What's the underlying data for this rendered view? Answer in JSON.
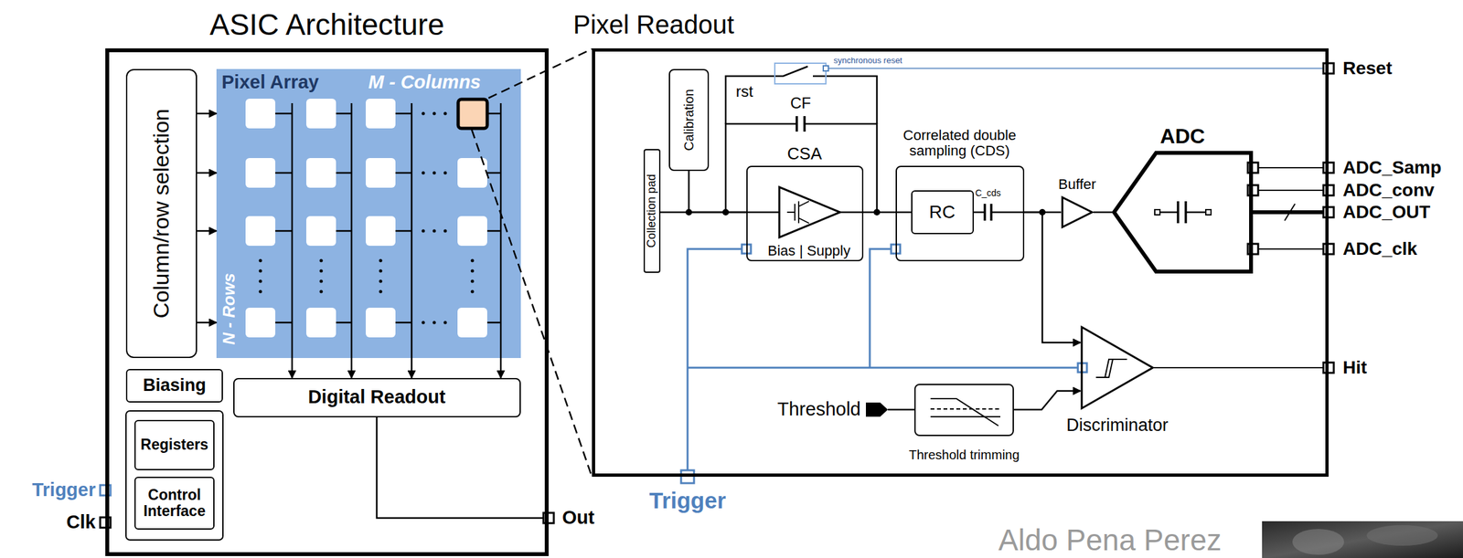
{
  "diagram": {
    "nodes": [
      {
        "text": [
          "ASIC Architecture"
        ]
      },
      {
        "text": [
          "Column/row selection"
        ],
        "in": 0
      },
      {
        "text": [
          "Pixel Array",
          "M - Columns",
          "N - Rows"
        ],
        "in": 0
      },
      {
        "text": [
          "Digital Readout"
        ],
        "in": 0
      },
      {
        "text": [
          "Biasing"
        ],
        "in": 0
      },
      {
        "text": [
          "Registers"
        ],
        "in": 0
      },
      {
        "text": [
          "Control Interface"
        ],
        "in": 0
      },
      {
        "text": [
          "Pixel Readout"
        ]
      },
      {
        "text": [
          "Collection pad"
        ],
        "in": 7
      },
      {
        "text": [
          "Calibration"
        ],
        "in": 7
      },
      {
        "text": [
          "CSA",
          "Bias | Supply"
        ],
        "in": 7
      },
      {
        "text": [
          "Correlated double sampling (CDS)"
        ],
        "in": 7
      },
      {
        "text": [
          "RC"
        ],
        "in": 11
      },
      {
        "text": [
          "ADC"
        ],
        "in": 7
      },
      {
        "text": [
          "Buffer"
        ],
        "in": 7
      },
      {
        "text": [
          "Discriminator"
        ],
        "in": 7
      },
      {
        "text": [
          "Threshold trimming"
        ],
        "in": 7
      }
    ],
    "edges": [
      {
        "from": 1,
        "to": 2,
        "arrow": "to"
      },
      {
        "from": 1,
        "to": 2,
        "arrow": "to"
      },
      {
        "from": 1,
        "to": 2,
        "arrow": "to"
      },
      {
        "from": 1,
        "to": 2,
        "arrow": "to"
      },
      {
        "from": 2,
        "to": 3,
        "arrow": "to"
      },
      {
        "from": 2,
        "to": 3,
        "arrow": "to"
      },
      {
        "from": 2,
        "to": 3,
        "arrow": "to"
      },
      {
        "from": 2,
        "to": 3,
        "arrow": "to"
      },
      {
        "from": 8,
        "to": 10,
        "arrow": "none"
      },
      {
        "from": 9,
        "to": 10,
        "arrow": "none"
      },
      {
        "from": 10,
        "to": 11,
        "arrow": "none"
      },
      {
        "from": 11,
        "to": 14,
        "arrow": "none"
      },
      {
        "from": 14,
        "to": 13,
        "arrow": "none"
      },
      {
        "from": 11,
        "to": 15,
        "arrow": "to"
      },
      {
        "from": 16,
        "to": 15,
        "arrow": "to"
      }
    ],
    "labels": [
      "Trigger",
      "Clk",
      "Out",
      "rst",
      "synchronous reset",
      "CF",
      "C_cds",
      "Reset",
      "ADC_Samp",
      "ADC_conv",
      "ADC_OUT",
      "ADC_clk",
      "Hit",
      "Threshold",
      "Trigger",
      "Aldo Pena Perez"
    ]
  }
}
